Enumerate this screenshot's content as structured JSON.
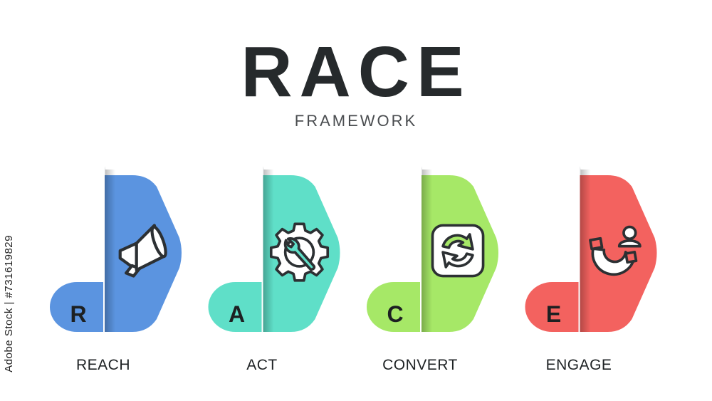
{
  "title": "RACE",
  "subtitle": "FRAMEWORK",
  "side_text": "Adobe Stock | #731619829",
  "items": [
    {
      "letter": "R",
      "label": "REACH",
      "color": "#5b94e0",
      "icon": "megaphone-icon"
    },
    {
      "letter": "A",
      "label": "ACT",
      "color": "#5fdfc8",
      "icon": "gear-wrench-icon"
    },
    {
      "letter": "C",
      "label": "CONVERT",
      "color": "#a6e867",
      "icon": "refresh-cycle-icon"
    },
    {
      "letter": "E",
      "label": "ENGAGE",
      "color": "#f3625f",
      "icon": "magnet-user-icon"
    }
  ]
}
